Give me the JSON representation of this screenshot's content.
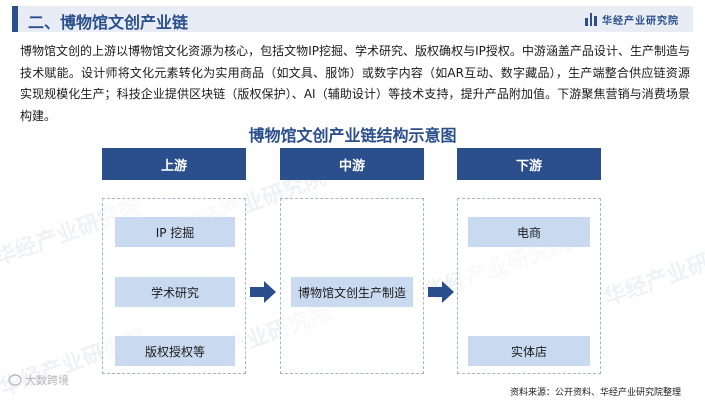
{
  "header": {
    "title": "二、博物馆文创产业链",
    "brand": "华经产业研究院"
  },
  "intro": "博物馆文创的上游以博物馆文化资源为核心，包括文物IP挖掘、学术研究、版权确权与IP授权。中游涵盖产品设计、生产制造与技术赋能。设计师将文化元素转化为实用商品（如文具、服饰）或数字内容（如AR互动、数字藏品），生产端整合供应链资源实现规模化生产；科技企业提供区块链（版权保护）、AI（辅助设计）等技术支持，提升产品附加值。下游聚焦营销与消费场景构建。",
  "diagram": {
    "title": "博物馆文创产业链结构示意图",
    "upstream": {
      "label": "上游",
      "items": [
        "IP 挖掘",
        "学术研究",
        "版权授权等"
      ]
    },
    "midstream": {
      "label": "中游",
      "items": [
        "博物馆文创生产制造"
      ]
    },
    "downstream": {
      "label": "下游",
      "items": [
        "电商",
        "实体店"
      ]
    }
  },
  "watermark": "华经产业研究院",
  "source": "资料来源：公开资料、华经产业研究院整理",
  "social": "大数跨境",
  "colors": {
    "primary": "#2b4f8c",
    "item_bg": "#c9daf0",
    "header_bg": "#e8edf5"
  }
}
